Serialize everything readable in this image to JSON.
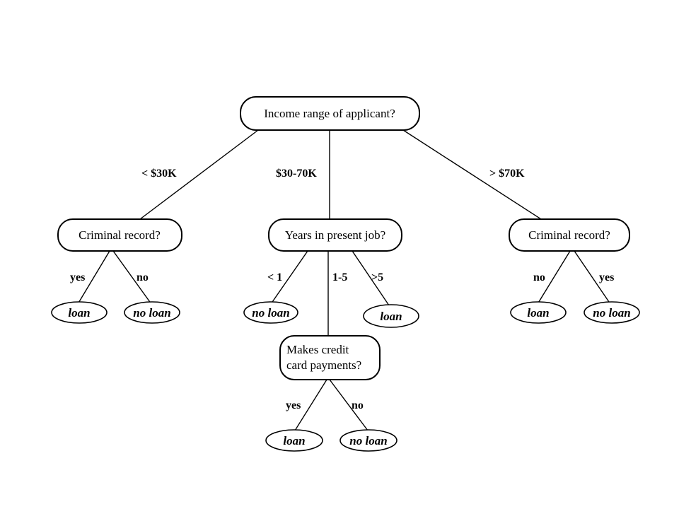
{
  "nodes": {
    "root": "Income range of applicant?",
    "criminal_left": "Criminal record?",
    "years": "Years in present job?",
    "criminal_right": "Criminal record?",
    "credit_line1": "Makes credit",
    "credit_line2": "card payments?"
  },
  "edges": {
    "lt30k": "< $30K",
    "30_70k": "$30-70K",
    "gt70k": "> $70K",
    "cl_yes": "yes",
    "cl_no": "no",
    "yr_lt1": "< 1",
    "yr_1_5": "1-5",
    "yr_gt5": ">5",
    "cr_no": "no",
    "cr_yes": "yes",
    "cc_yes": "yes",
    "cc_no": "no"
  },
  "leaves": {
    "cl_yes_leaf": "loan",
    "cl_no_leaf": "no loan",
    "yr_lt1_leaf": "no loan",
    "yr_gt5_leaf": "loan",
    "cr_no_leaf": "loan",
    "cr_yes_leaf": "no loan",
    "cc_yes_leaf": "loan",
    "cc_no_leaf": "no loan"
  }
}
